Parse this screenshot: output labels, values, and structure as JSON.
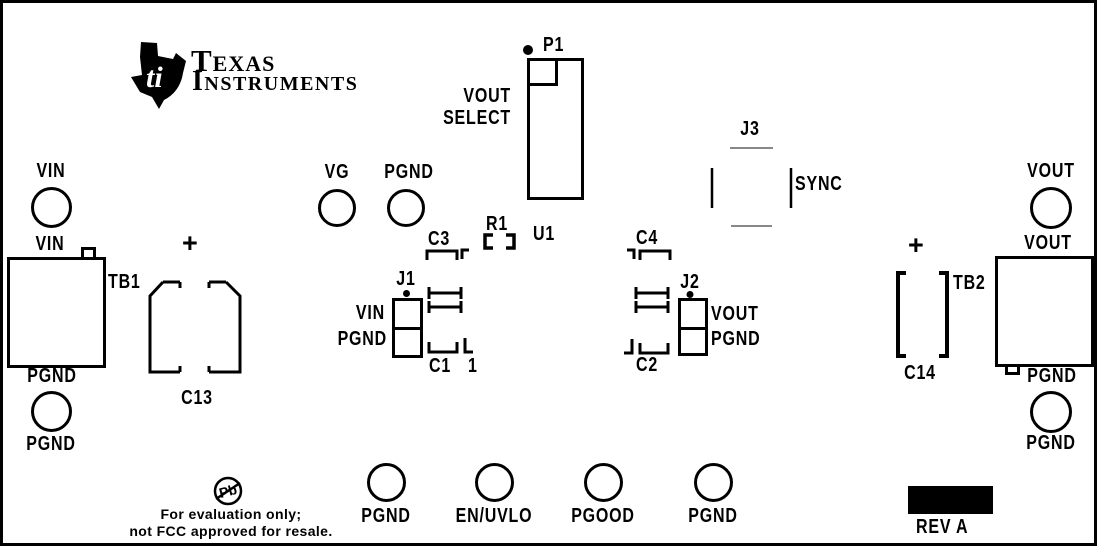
{
  "colors": {
    "silkscreen": "#000000",
    "board": "#ffffff"
  },
  "brand": {
    "logo_icon": "texas-state-logo",
    "logo_monogram": "ti",
    "name_line1": "Texas",
    "name_line2": "Instruments"
  },
  "p1": {
    "ref": "P1",
    "select_line1": "VOUT",
    "select_line2": "SELECT"
  },
  "test_points": {
    "vin": {
      "label": "VIN"
    },
    "vg": {
      "label": "VG"
    },
    "pgnd_top": {
      "label": "PGND"
    },
    "pgnd_left": {
      "label": "PGND"
    },
    "vout": {
      "label": "VOUT"
    },
    "pgnd_right": {
      "label": "PGND"
    },
    "bottom_row": [
      {
        "label": "PGND"
      },
      {
        "label": "EN/UVLO"
      },
      {
        "label": "PGOOD"
      },
      {
        "label": "PGND"
      }
    ]
  },
  "terminal_blocks": {
    "tb1": {
      "ref": "TB1",
      "top_pin": "VIN",
      "bottom_pin": "PGND"
    },
    "tb2": {
      "ref": "TB2",
      "top_pin": "VOUT",
      "bottom_pin": "PGND"
    }
  },
  "jumpers": {
    "j1": {
      "ref": "J1",
      "pin1": "VIN",
      "pin2": "PGND"
    },
    "j2": {
      "ref": "J2",
      "pin1": "VOUT",
      "pin2": "PGND"
    },
    "j3": {
      "ref": "J3",
      "signal": "SYNC"
    }
  },
  "components": {
    "u1": {
      "ref": "U1"
    },
    "r1": {
      "ref": "R1"
    },
    "c1": {
      "ref": "C1",
      "pin1_marker": "1"
    },
    "c2": {
      "ref": "C2"
    },
    "c3": {
      "ref": "C3"
    },
    "c4": {
      "ref": "C4"
    },
    "c13": {
      "ref": "C13",
      "polarity": "+"
    },
    "c14": {
      "ref": "C14",
      "polarity": "+"
    }
  },
  "notices": {
    "pb_free_symbol": "Pb",
    "eval_line1": "For evaluation only;",
    "eval_line2": "not FCC approved for resale.",
    "revision": "REV A"
  }
}
